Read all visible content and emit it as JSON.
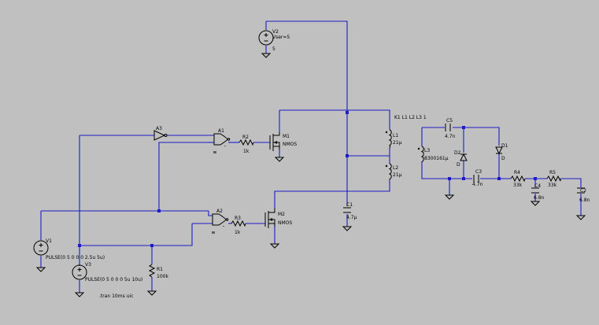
{
  "components": {
    "V1": {
      "name": "V1",
      "value": "PULSE(0 5 0 0 0 2.5u 5u)"
    },
    "V2": {
      "name": "V2",
      "param": "Vser=5",
      "value": "5"
    },
    "V3": {
      "name": "V3",
      "value": "PULSE(0 5 0 0 0 5u 10u)"
    },
    "A1": {
      "name": "A1"
    },
    "A2": {
      "name": "A2"
    },
    "A3": {
      "name": "A3"
    },
    "R1": {
      "name": "R1",
      "value": "100k"
    },
    "R2": {
      "name": "R2",
      "value": "1k"
    },
    "R3": {
      "name": "R3",
      "value": "1k"
    },
    "R4": {
      "name": "R4",
      "value": "33k"
    },
    "R5": {
      "name": "R5",
      "value": "33k"
    },
    "M1": {
      "name": "M1",
      "value": "NMOS"
    },
    "M2": {
      "name": "M2",
      "value": "NMOS"
    },
    "C1": {
      "name": "C1",
      "value": "4.7µ"
    },
    "C2": {
      "name": "C2",
      "value": "6.8n"
    },
    "C3": {
      "name": "C3",
      "value": "4.7n"
    },
    "C4": {
      "name": "C4",
      "value": "6.8n"
    },
    "C5": {
      "name": "C5",
      "value": "4.7n"
    },
    "L1": {
      "name": "L1",
      "value": "21µ"
    },
    "L2": {
      "name": "L2",
      "value": "21µ"
    },
    "L3": {
      "name": "L3",
      "value": "8300161µ"
    },
    "D1": {
      "name": "D1",
      "value": "D"
    },
    "D2": {
      "name": "D2",
      "value": "D"
    }
  },
  "directives": {
    "coupling": "K1 L1 L2 L3 1",
    "tran": ".tran 10ms uic"
  },
  "colors": {
    "background": "#c0c0c0",
    "wire": "#1c1cc8",
    "symbol": "#000000"
  }
}
